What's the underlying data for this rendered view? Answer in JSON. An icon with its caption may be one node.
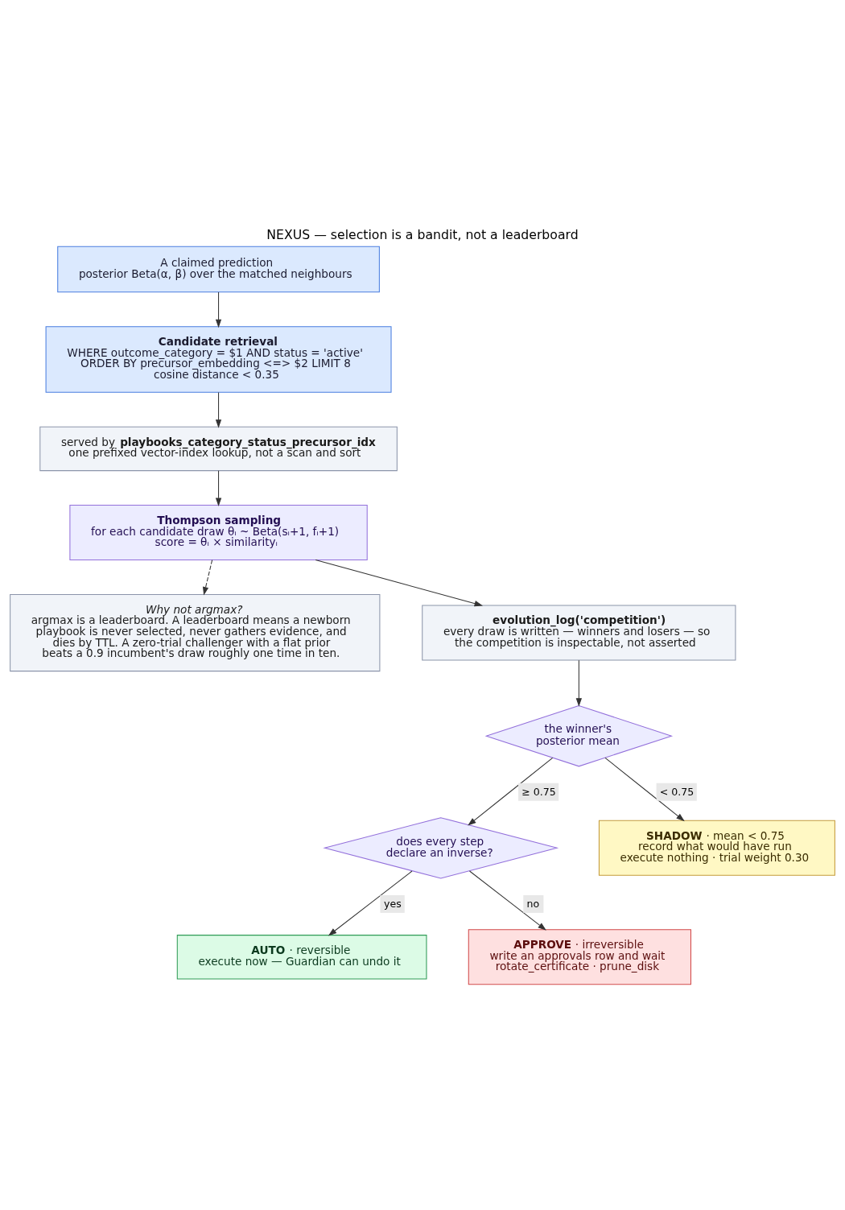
{
  "diagram": {
    "title": "NEXUS — selection is a bandit, not a leaderboard",
    "nodes": [
      {
        "text": [
          "A claimed prediction",
          "posterior Beta(α, β) over the matched neighbours"
        ]
      },
      {
        "text": [
          "Candidate retrieval",
          "WHERE outcome_category = $1 AND status = 'active'",
          "ORDER BY precursor_embedding <=> $2 LIMIT 8",
          "cosine distance < 0.35"
        ]
      },
      {
        "text": [
          "served by **playbooks_category_status_precursor_idx**",
          "one prefixed vector-index lookup, not a scan and sort"
        ]
      },
      {
        "text": [
          "Thompson sampling",
          "for each candidate draw θᵢ ~ Beta(sᵢ+1, fᵢ+1)",
          "score = θᵢ × similarityᵢ"
        ]
      },
      {
        "text": [
          "Why not argmax?",
          "argmax is a leaderboard. A leaderboard means a newborn playbook is never selected, never gathers evidence, and dies by TTL. A zero-trial challenger with a flat prior beats a 0.9 incumbent's draw roughly one time in ten."
        ]
      },
      {
        "text": [
          "evolution_log('competition')",
          "every draw is written — winners and losers — so the competition is inspectable, not asserted"
        ]
      },
      {
        "text": [
          "the winner's posterior mean"
        ]
      },
      {
        "text": [
          "does every step declare an inverse?"
        ]
      },
      {
        "text": [
          "**SHADOW** · mean < 0.75",
          "record what would have run",
          "execute nothing · trial weight 0.30"
        ]
      },
      {
        "text": [
          "**AUTO** · reversible",
          "execute now — Guardian can undo it"
        ]
      },
      {
        "text": [
          "**APPROVE** · irreversible",
          "write an approvals row and wait",
          "rotate_certificate · prune_disk"
        ]
      }
    ],
    "edges": [
      {
        "from": 0,
        "to": 1,
        "arrow": "to"
      },
      {
        "from": 1,
        "to": 2,
        "arrow": "to"
      },
      {
        "from": 2,
        "to": 3,
        "arrow": "to"
      },
      {
        "from": 3,
        "to": 4,
        "arrow": "to",
        "style": "dashed"
      },
      {
        "from": 3,
        "to": 5,
        "arrow": "to"
      },
      {
        "from": 5,
        "to": 6,
        "arrow": "to"
      },
      {
        "from": 6,
        "to": 7,
        "arrow": "to",
        "label": "≥ 0.75"
      },
      {
        "from": 6,
        "to": 8,
        "arrow": "to",
        "label": "< 0.75"
      },
      {
        "from": 7,
        "to": 9,
        "arrow": "to",
        "label": "yes"
      },
      {
        "from": 7,
        "to": 10,
        "arrow": "to",
        "label": "no"
      }
    ]
  }
}
